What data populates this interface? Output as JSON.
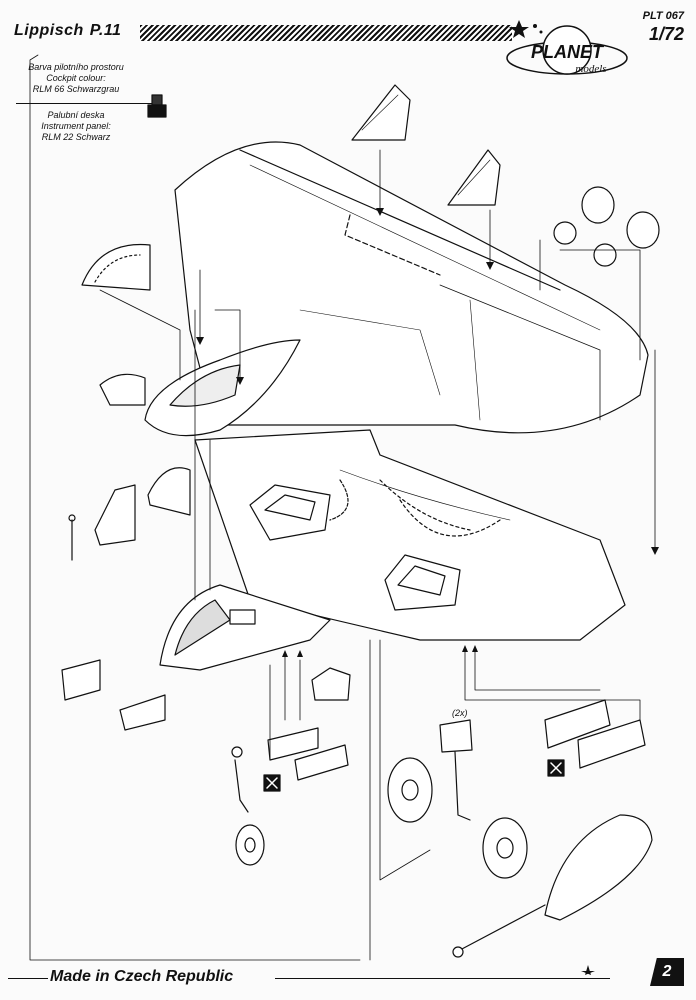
{
  "header": {
    "aircraft_name": "Lippisch",
    "aircraft_model": "P.11",
    "kit_code": "PLT 067",
    "scale": "1/72",
    "logo_main": "PLANET",
    "logo_sub": "models"
  },
  "notes": {
    "cockpit_cz": "Barva pilotního prostoru",
    "cockpit_en": "Cockpit colour:",
    "cockpit_color": "RLM 66 Schwarzgrau",
    "panel_cz": "Palubní deska",
    "panel_en": "Instrument panel:",
    "panel_color": "RLM 22 Schwarz"
  },
  "labels": {
    "times_two": "(2x)"
  },
  "footer": {
    "made_in": "Made in Czech Republic",
    "page_number": "2"
  },
  "icons": [
    "paint-pot-icon",
    "planet-stars-icon",
    "cut-mark-icon",
    "compass-star-icon"
  ]
}
